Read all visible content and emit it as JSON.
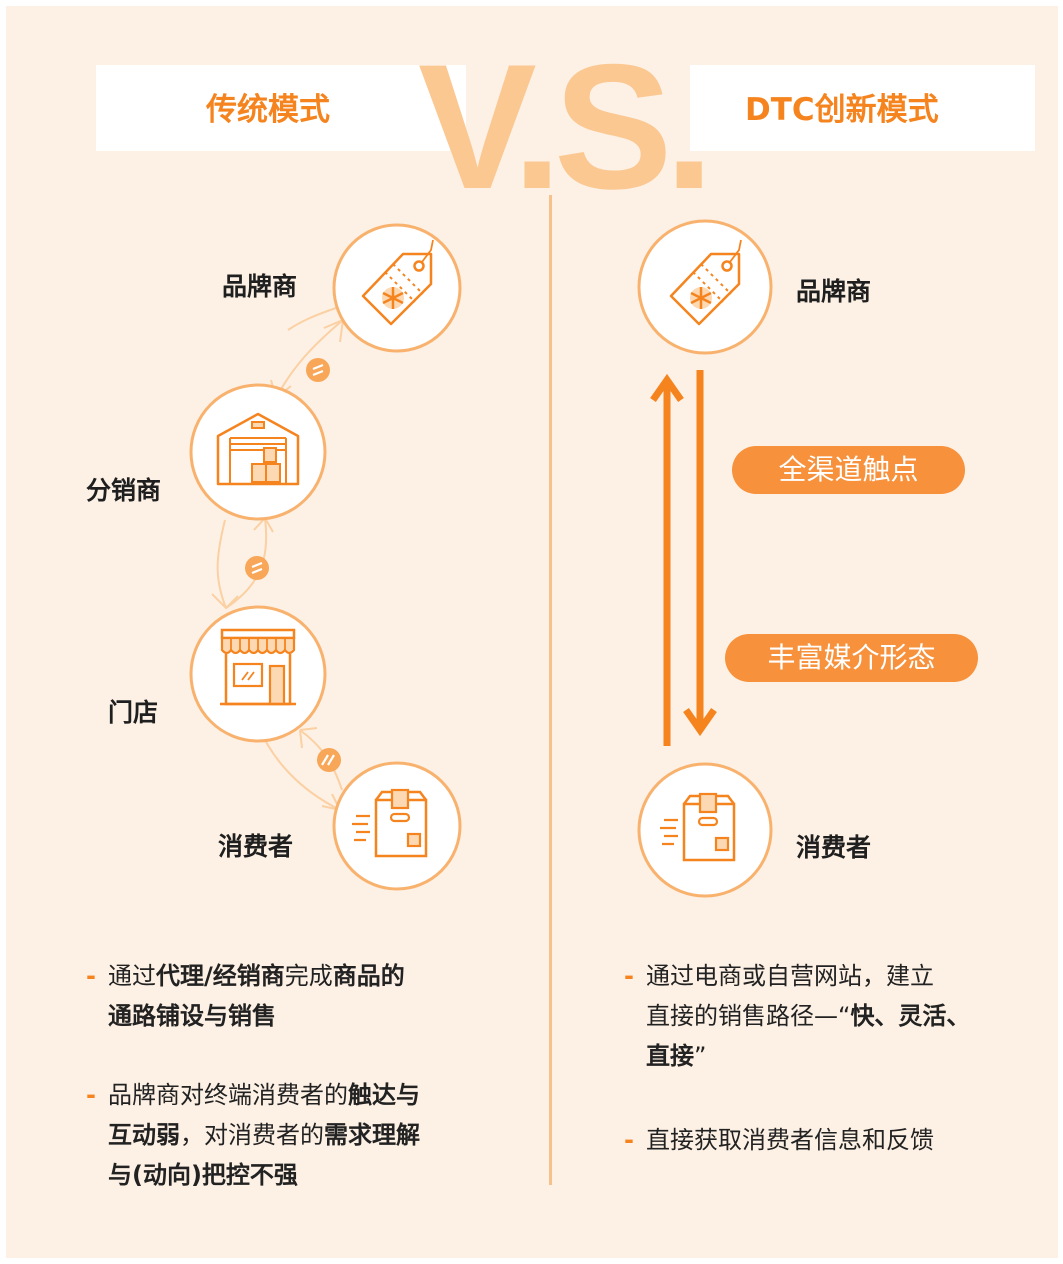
{
  "header": {
    "left_title": "传统模式",
    "right_title": "DTC创新模式",
    "vs_text": "V.S."
  },
  "traditional": {
    "nodes": [
      {
        "label": "品牌商",
        "icon": "price-tag-icon"
      },
      {
        "label": "分销商",
        "icon": "warehouse-icon"
      },
      {
        "label": "门店",
        "icon": "storefront-icon"
      },
      {
        "label": "消费者",
        "icon": "delivery-box-icon"
      }
    ],
    "bullets": [
      [
        {
          "text": "通过",
          "bold": false
        },
        {
          "text": "代理/经销商",
          "bold": true
        },
        {
          "text": "完成",
          "bold": false
        },
        {
          "text": "商品的",
          "bold": true
        },
        {
          "text": "通路铺设与销售",
          "bold": true
        }
      ],
      [
        {
          "text": "品牌商对终端消费者的",
          "bold": false
        },
        {
          "text": "触达与",
          "bold": true
        },
        {
          "text": "互动弱",
          "bold": true
        },
        {
          "text": "，对消费者的",
          "bold": false
        },
        {
          "text": "需求理解",
          "bold": true
        },
        {
          "text": "与(动向)把控不强",
          "bold": true
        }
      ]
    ]
  },
  "dtc": {
    "nodes": [
      {
        "label": "品牌商",
        "icon": "price-tag-icon"
      },
      {
        "label": "消费者",
        "icon": "delivery-box-icon"
      }
    ],
    "pills": [
      "全渠道触点",
      "丰富媒介形态"
    ],
    "bullets": [
      [
        {
          "text": "通过电商或自营网站，建立",
          "bold": false
        },
        {
          "text": "直接的销售路径—“",
          "bold": false
        },
        {
          "text": "快、灵活、",
          "bold": true
        },
        {
          "text": "直接",
          "bold": true
        },
        {
          "text": "”",
          "bold": false
        }
      ],
      [
        {
          "text": "直接获取消费者信息和反馈",
          "bold": false
        }
      ]
    ]
  },
  "colors": {
    "background": "#fdf1e5",
    "accent": "#f5841f",
    "vs": "#fbc892",
    "circle_stroke": "#f8b26e",
    "connector": "#fbd0a3",
    "pill": "#f7913b"
  }
}
